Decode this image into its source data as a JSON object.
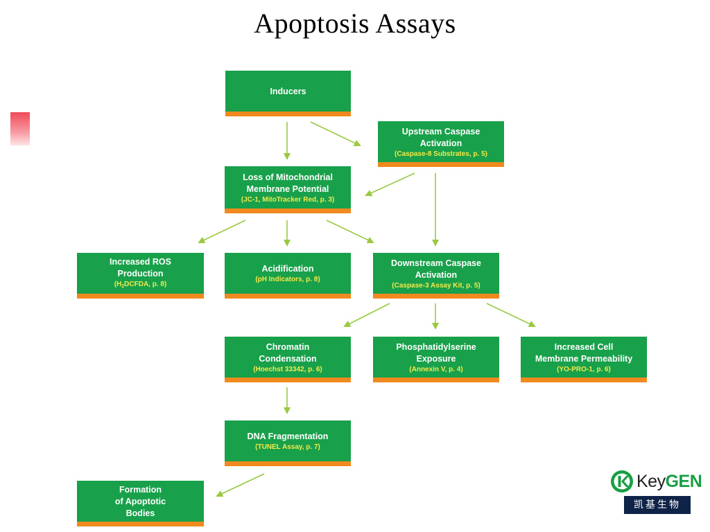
{
  "title": "Apoptosis  Assays",
  "colors": {
    "box_fill": "#18a04a",
    "box_stripe": "#f08a1e",
    "sub_text": "#f6e94a",
    "arrow": "#9ac840"
  },
  "nodes": {
    "inducers": {
      "main": "Inducers",
      "sub": ""
    },
    "upstream_caspase": {
      "main": "Upstream Caspase\nActivation",
      "sub": "(Caspase-8 Substrates, p. 5)"
    },
    "mito_potential": {
      "main": "Loss of Mitochondrial\nMembrane Potential",
      "sub": "(JC-1, MitoTracker Red, p. 3)"
    },
    "ros": {
      "main": "Increased ROS\nProduction",
      "sub_prefix": "(H",
      "sub_subscript": "2",
      "sub_suffix": "DCFDA, p. 8)"
    },
    "acidification": {
      "main": "Acidification",
      "sub": "(pH Indicators, p. 8)"
    },
    "downstream_caspase": {
      "main": "Downstream Caspase\nActivation",
      "sub": "(Caspase-3 Assay Kit, p. 5)"
    },
    "chromatin": {
      "main": "Chromatin\nCondensation",
      "sub": "(Hoechst 33342, p. 6)"
    },
    "phosphatidylserine": {
      "main": "Phosphatidylserine\nExposure",
      "sub": "(Annexin V, p. 4)"
    },
    "permeability": {
      "main": "Increased Cell\nMembrane Permeability",
      "sub": "(YO-PRO-1, p. 6)"
    },
    "dna_fragmentation": {
      "main": "DNA Fragmentation",
      "sub": "(TUNEL Assay, p. 7)"
    },
    "apoptotic_bodies": {
      "main": "Formation\nof Apoptotic\nBodies",
      "sub": ""
    }
  },
  "logo": {
    "key": "Key",
    "gen": "GEN",
    "cn": "凯基生物"
  }
}
